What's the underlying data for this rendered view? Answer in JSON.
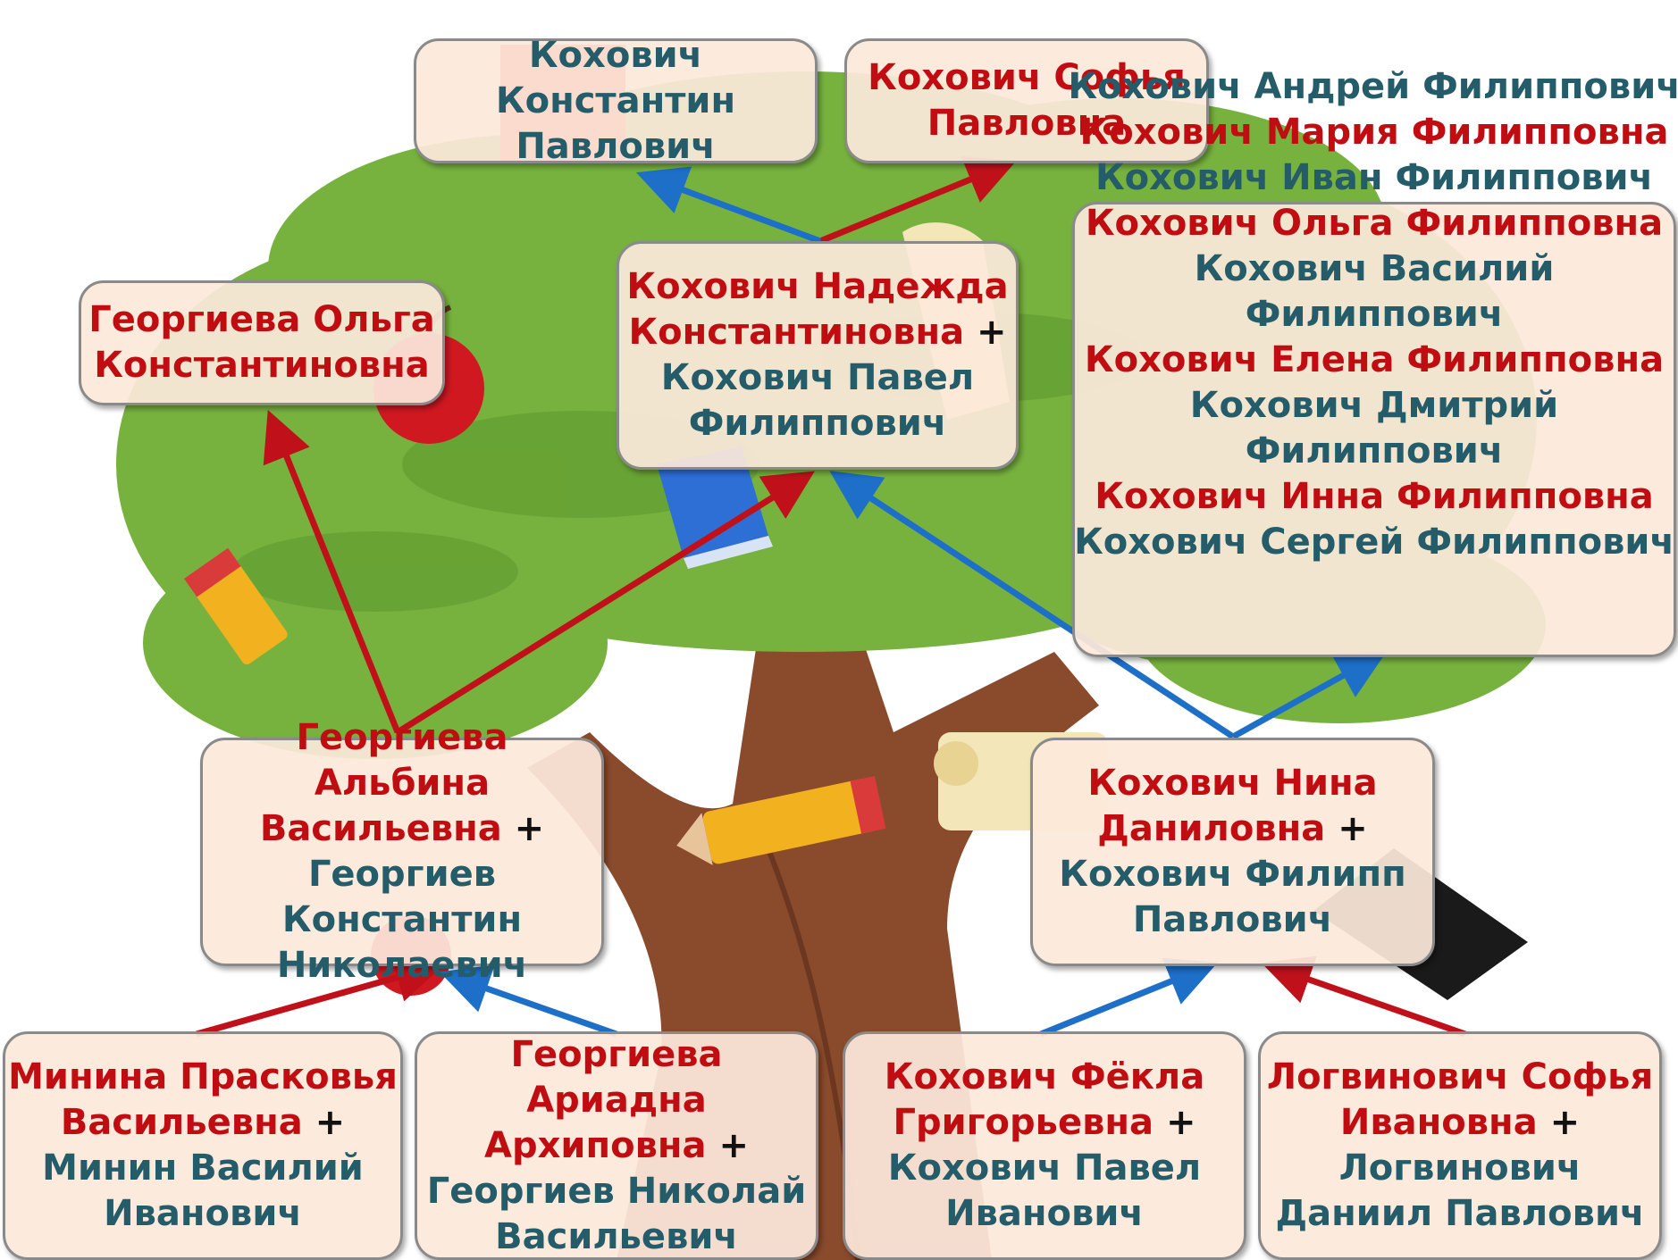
{
  "colors": {
    "female": "#c00d12",
    "male": "#255c6a",
    "female_arrow": "#c0111b",
    "male_arrow": "#1e6fc8"
  },
  "great_grandparents": {
    "minin": {
      "wife": "Минина Прасковья Васильевна",
      "plus": "+",
      "husband": "Минин Василий Иванович"
    },
    "georgiev": {
      "wife": "Георгиева Ариадна Архиповна",
      "plus": "+",
      "husband": "Георгиев Николай Васильевич"
    },
    "kokhovich": {
      "wife": "Кохович Фёкла Григорьевна",
      "plus": "+",
      "husband": "Кохович Павел Иванович"
    },
    "logvinovich": {
      "wife": "Логвинович Софья Ивановна",
      "plus": "+",
      "husband": "Логвинович Даниил Павлович"
    }
  },
  "grandparents": {
    "georgievy": {
      "wife": "Георгиева Альбина Васильевна",
      "plus": "+",
      "husband": "Георгиев Константин Николаевич"
    },
    "kokhovichi": {
      "wife": "Кохович Нина Даниловна",
      "plus": "+",
      "husband": "Кохович Филипп Павлович"
    }
  },
  "parents": {
    "wife": "Кохович Надежда Константиновна",
    "plus": "+",
    "husband": "Кохович Павел Филиппович"
  },
  "aunt": {
    "name": "Георгиева Ольга Константиновна"
  },
  "children": {
    "son": "Кохович Константин Павлович",
    "daughter": "Кохович Софья Павловна"
  },
  "uncles_aunts": [
    {
      "name": "Кохович Андрей Филиппович",
      "sex": "male"
    },
    {
      "name": "Кохович Мария Филипповна",
      "sex": "female"
    },
    {
      "name": "Кохович Иван Филиппович",
      "sex": "male"
    },
    {
      "name": "Кохович Ольга Филипповна",
      "sex": "female"
    },
    {
      "name": "Кохович Василий Филиппович",
      "sex": "male"
    },
    {
      "name": "Кохович Елена Филипповна",
      "sex": "female"
    },
    {
      "name": "Кохович Дмитрий Филиппович",
      "sex": "male"
    },
    {
      "name": "Кохович Инна Филипповна",
      "sex": "female"
    },
    {
      "name": "Кохович Сергей Филиппович",
      "sex": "male"
    }
  ]
}
